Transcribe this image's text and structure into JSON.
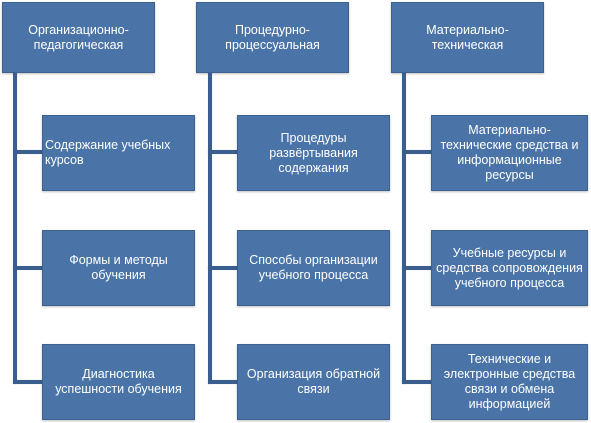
{
  "columns": [
    {
      "header": "Организационно-\nпедагогическая",
      "items": [
        "Содержание учебных курсов",
        "Формы и методы обучения",
        "Диагностика успешности обучения"
      ]
    },
    {
      "header": "Процедурно-\nпроцессуальная",
      "items": [
        "Процедуры развёртывания содержания",
        "Способы организации учебного процесса",
        "Организация обратной связи"
      ]
    },
    {
      "header": "Материально-\nтехническая",
      "items": [
        "Материально-технические средства и информационные ресурсы",
        "Учебные ресурсы и средства сопровождения учебного процесса",
        "Технические и электронные средства связи и обмена информацией"
      ]
    }
  ],
  "colors": {
    "box_fill": "#4a74a8",
    "connector": "#3a5f8f",
    "text": "#ffffff"
  }
}
